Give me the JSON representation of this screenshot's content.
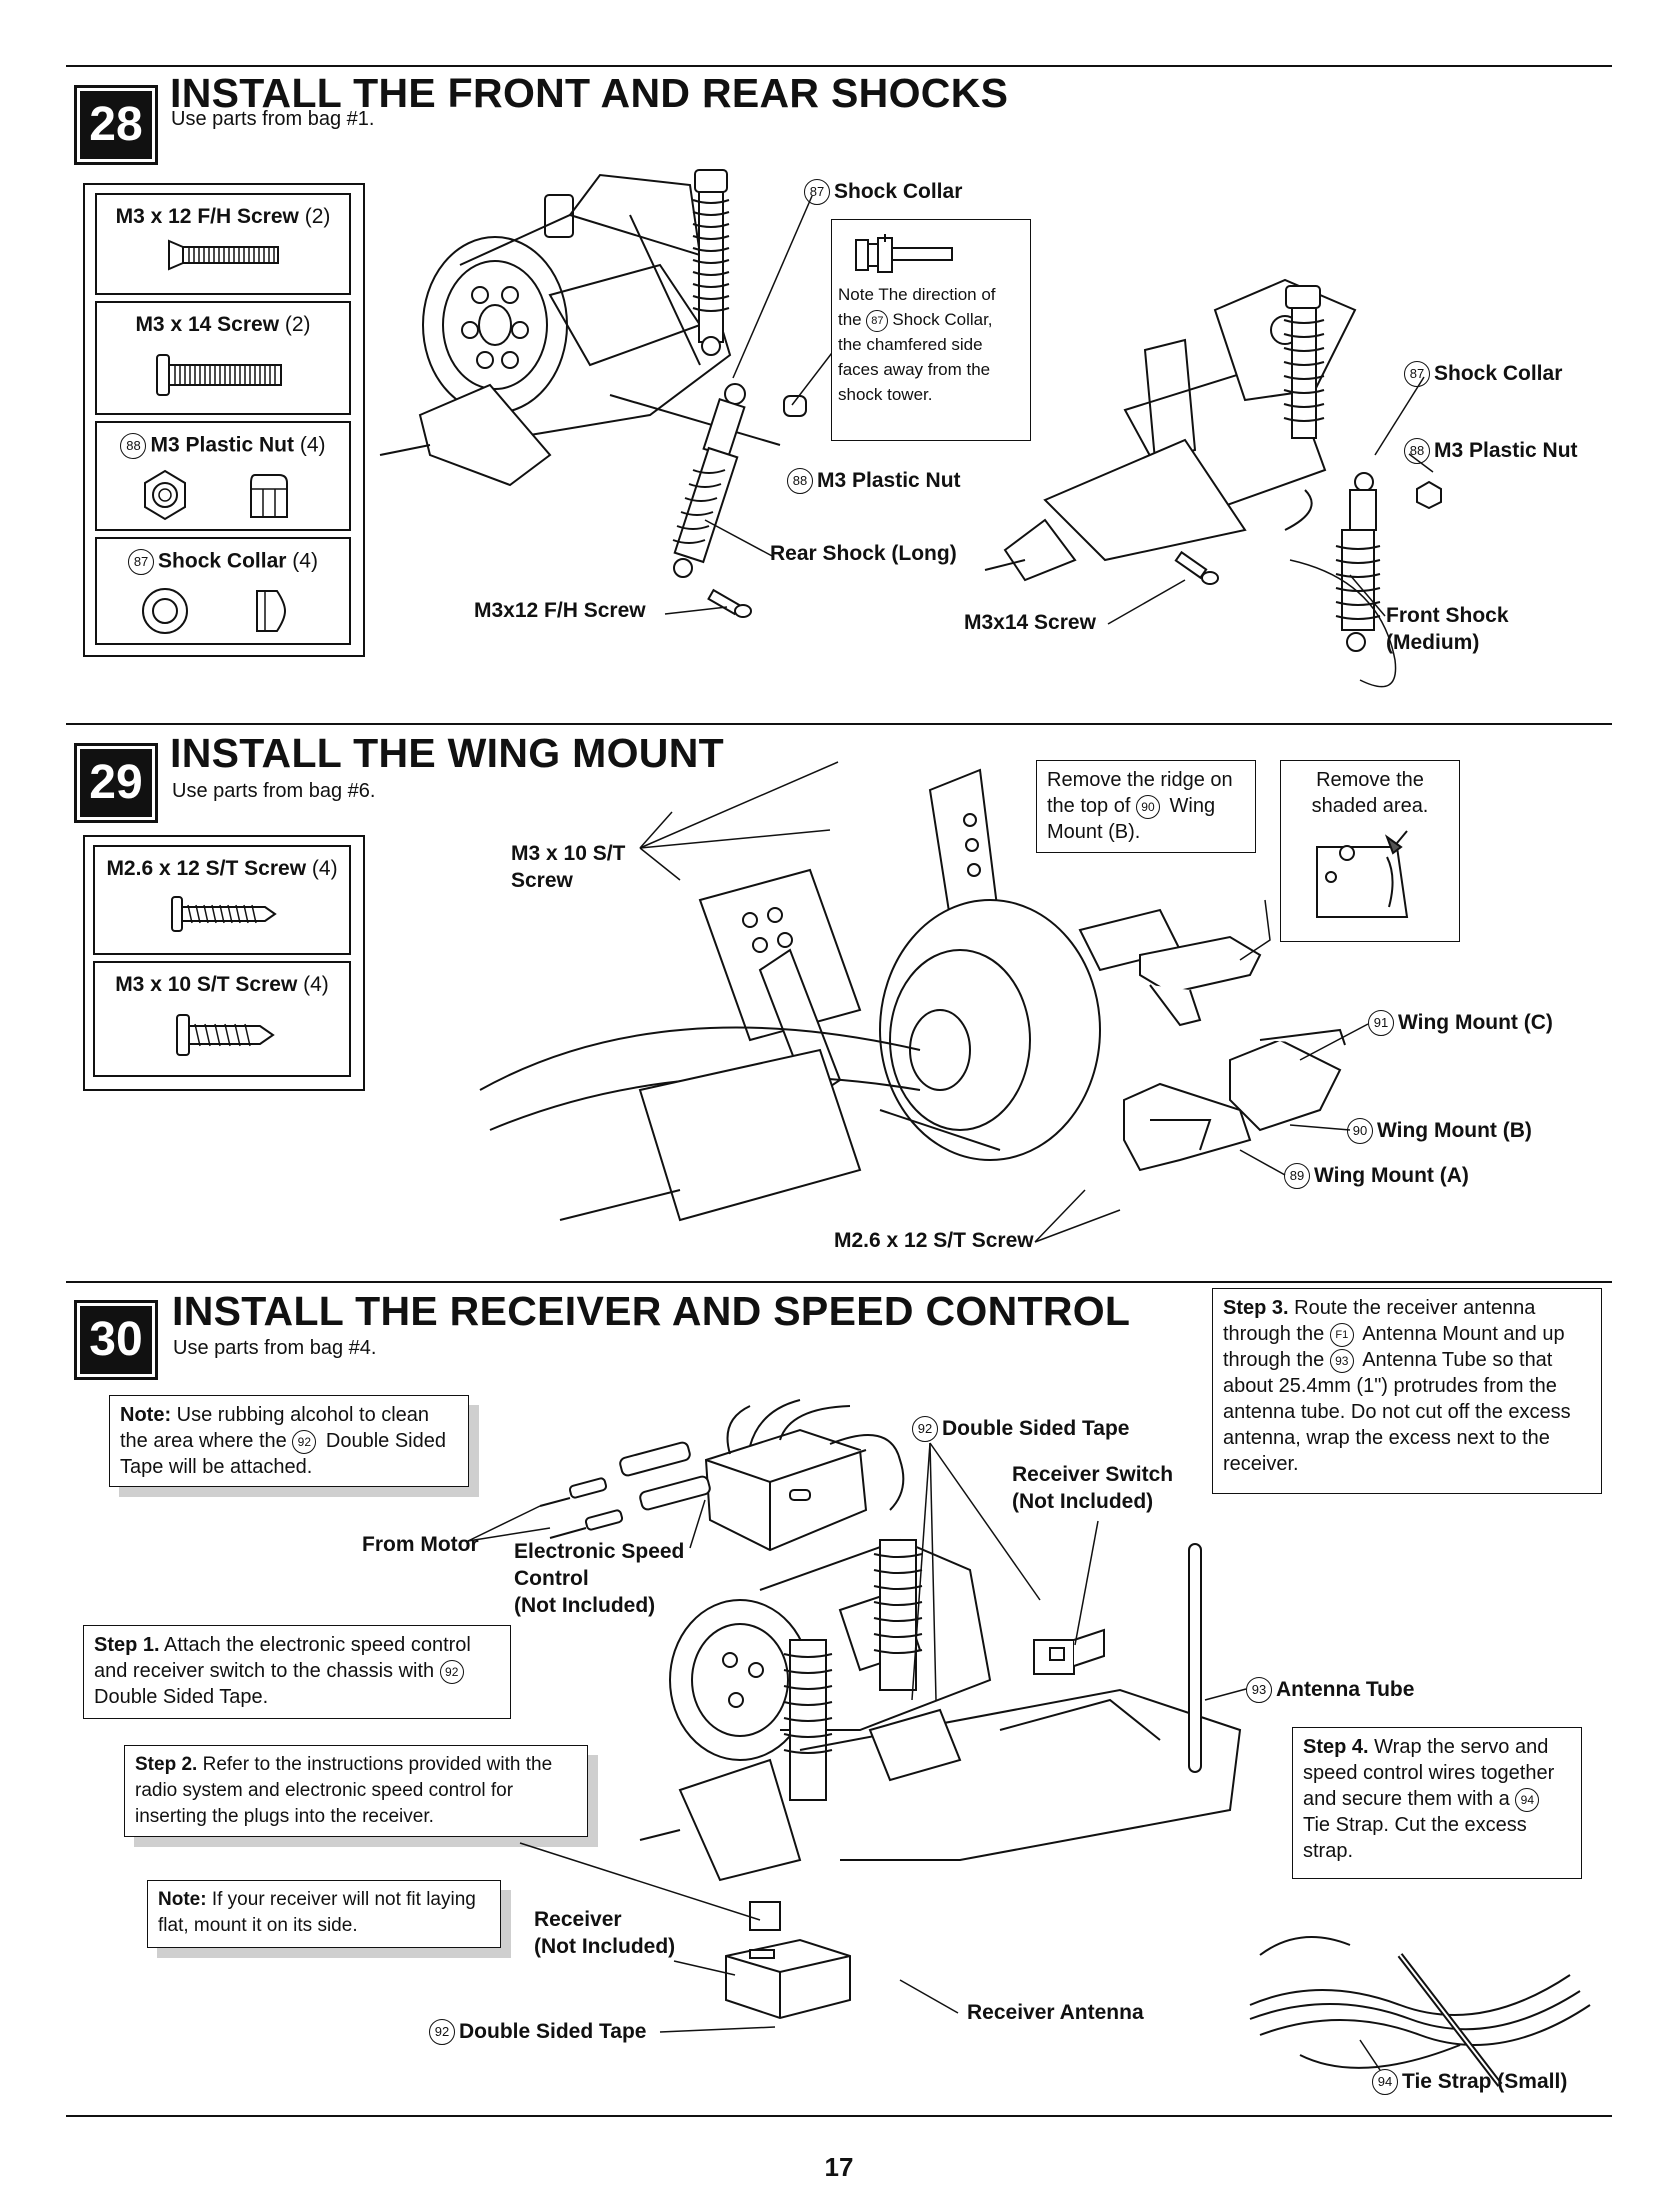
{
  "page_number": "17",
  "step28": {
    "number": "28",
    "title": "INSTALL THE FRONT AND REAR SHOCKS",
    "subtitle": "Use parts from bag #1.",
    "parts": [
      {
        "name": "M3 x 12 F/H Screw",
        "qty": "(2)",
        "icon": "flat-head-screw-icon"
      },
      {
        "name": "M3 x 14 Screw",
        "qty": "(2)",
        "icon": "button-head-screw-icon"
      },
      {
        "num": "88",
        "name": "M3 Plastic Nut",
        "qty": "(4)",
        "icon": "plastic-nut-icon"
      },
      {
        "num": "87",
        "name": "Shock Collar",
        "qty": "(4)",
        "icon": "shock-collar-icon"
      }
    ],
    "callouts": {
      "shock_collar_num": "87",
      "shock_collar": "Shock Collar",
      "plastic_nut_num": "88",
      "plastic_nut": "M3 Plastic Nut",
      "rear_shock": "Rear Shock (Long)",
      "fh_screw": "M3x12 F/H Screw",
      "screw14": "M3x14 Screw",
      "front_shock_line1": "Front Shock",
      "front_shock_line2": "(Medium)"
    },
    "note": {
      "line1": "Note The direction of",
      "line2_pre": "the",
      "line2_num": "87",
      "line2_post": "Shock Collar,",
      "line3": "the chamfered side",
      "line4": "faces away from the",
      "line5": "shock tower."
    }
  },
  "step29": {
    "number": "29",
    "title": "INSTALL THE WING MOUNT",
    "subtitle": "Use parts from bag #6.",
    "parts": [
      {
        "name": "M2.6 x 12 S/T Screw",
        "qty": "(4)",
        "icon": "self-tapping-screw-icon"
      },
      {
        "name": "M3 x 10 S/T Screw",
        "qty": "(4)",
        "icon": "self-tapping-screw-icon"
      }
    ],
    "callouts": {
      "st_screw_line1": "M3 x 10 S/T",
      "st_screw_line2": "Screw",
      "wing_c_num": "91",
      "wing_c": "Wing Mount (C)",
      "wing_b_num": "90",
      "wing_b": "Wing Mount (B)",
      "wing_a_num": "89",
      "wing_a": "Wing Mount (A)",
      "m26_screw": "M2.6 x 12 S/T Screw"
    },
    "note_ridge": {
      "line1": "Remove the ridge on",
      "line2_pre": "the top of",
      "line2_num": "90",
      "line2_post": "Wing",
      "line3": "Mount (B)."
    },
    "note_shaded": {
      "line1": "Remove the",
      "line2": "shaded area."
    }
  },
  "step30": {
    "number": "30",
    "title": "INSTALL THE RECEIVER AND SPEED CONTROL",
    "subtitle": "Use parts from bag #4.",
    "note1": {
      "bold": "Note:",
      "text_pre": "Use rubbing alcohol to clean the area where the",
      "num": "92",
      "text_post": "Double Sided Tape will be attached."
    },
    "step1": {
      "bold": "Step 1.",
      "text_pre": "Attach the electronic speed control and receiver switch to the chassis with",
      "num": "92",
      "text_post": "Double Sided Tape."
    },
    "step2": {
      "bold": "Step 2.",
      "text": "Refer to the instructions provided with the radio system and electronic speed control for inserting the plugs into the receiver."
    },
    "note2": {
      "bold": "Note:",
      "text": "If your receiver will not fit laying flat, mount it on its side."
    },
    "step3": {
      "bold": "Step 3.",
      "text_a": "Route the receiver antenna through the",
      "num_a": "F1",
      "text_b": "Antenna Mount and up through the",
      "num_b": "93",
      "text_c": "Antenna Tube so that about 25.4mm (1\") protrudes from the antenna tube. Do not cut off the excess antenna, wrap the excess next to the receiver."
    },
    "step4": {
      "bold": "Step 4.",
      "text_pre": "Wrap the servo and speed control wires together and secure them with a",
      "num": "94",
      "text_post": "Tie Strap. Cut the excess strap."
    },
    "callouts": {
      "from_motor": "From Motor",
      "esc_line1": "Electronic Speed",
      "esc_line2": "Control",
      "esc_line3": "(Not Included)",
      "tape_num": "92",
      "tape": "Double Sided Tape",
      "switch_line1": "Receiver Switch",
      "switch_line2": "(Not Included)",
      "antenna_tube_num": "93",
      "antenna_tube": "Antenna Tube",
      "receiver_line1": "Receiver",
      "receiver_line2": "(Not Included)",
      "receiver_antenna": "Receiver Antenna",
      "tape2_num": "92",
      "tape2": "Double Sided Tape",
      "tie_strap_num": "94",
      "tie_strap": "Tie Strap (Small)"
    }
  }
}
